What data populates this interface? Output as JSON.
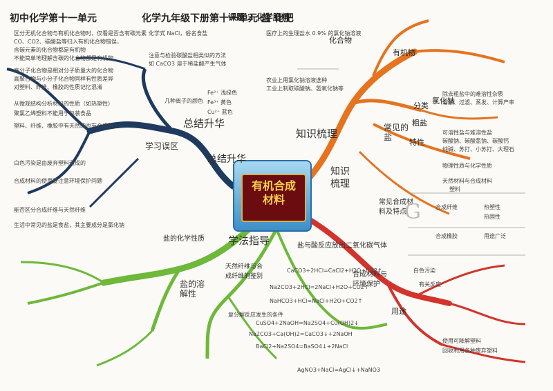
{
  "header": {
    "left": "初中化学第十一单元",
    "center": "化学九年级下册第十一单元 盐 化肥",
    "right": "课题 2 化学肥料"
  },
  "center_tile": {
    "line1": "有机合成",
    "line2": "材料"
  },
  "main_branches": {
    "summary": "总结升华",
    "knowledge": "知识梳理",
    "study_guide": "学法指导",
    "learning_area": "学习误区",
    "common_salt": "常见的盐",
    "organic_materials": "常见合成材料及特点",
    "synthetic_env": "合成材料与环境保护",
    "salt_solubility": "盐的溶解性",
    "fiber_id": "天然纤维与合成纤维的鉴别",
    "neutralization": "盐与酸反应放出二氧化碳气体",
    "salt_reaction": "盐的化学性质",
    "classify": "分类",
    "nacl": "氯化钠",
    "properties": "特性",
    "use": "用途",
    "organic": "有机物",
    "organic_compounds": "化合物",
    "crude_salt": "粗盐"
  },
  "labels": {
    "left_col": [
      "区分无机化合物与有机化合物时，仅看是否含有碳元素",
      "CO、CO2、碳酸盐等归入有机化合物错误，",
      "含碳元素的化合物都是有机物",
      "不能简单地理解含碳的化合物都是有机物",
      "高分子化合物是相对分子质量大的化合物",
      "高聚合物与小分子化合物同样有性质差异",
      "对塑料、纤维、橡胶的性质记忆混淆",
      "从微观结构分析材料的性质（如热塑性）",
      "聚氯乙烯塑料不能用于包装食品",
      "塑料、纤维、橡胶中有天然的也有合成的",
      "白色污染是由废弃塑料造成的",
      "合成材料的使用要注意环境保护问题",
      "能否区分合成纤维与天然纤维",
      "生活中常见的盐是食盐，其主要成分是氯化钠"
    ],
    "mid_col": [
      "化学式 NaCl，俗名食盐",
      "注意与检验碳酸盐相类似的方法",
      "如 CaCO3 溶于稀盐酸产生气体",
      "Fe²⁺ 浅绿色",
      "Fe³⁺ 黄色",
      "Cu²⁺ 蓝色",
      "几种离子的颜色"
    ],
    "right_col": [
      "医疗上的生理盐水 0.9% 的氯化钠溶液",
      "农业上用氯化钠溶液选种",
      "工业上制取碳酸钠、氢氧化钠等",
      "除去粗盐中的难溶性杂质",
      "溶解、过滤、蒸发、计算产率",
      "可溶性盐与难溶性盐",
      "碳酸钠、碳酸氢钠、碳酸钙",
      "纯碱、苏打、小苏打、大理石",
      "物理性质与化学性质",
      "天然材料与合成材料"
    ],
    "lower_center": [
      "CaCO3+2HCl=CaCl2+H2O+CO2↑",
      "Na2CO3+2HCl=2NaCl+H2O+CO2↑",
      "NaHCO3+HCl=NaCl+H2O+CO2↑",
      "CuSO4+2NaOH=Na2SO4+Cu(OH)2↓",
      "Na2CO3+Ca(OH)2=CaCO3↓+2NaOH",
      "BaCl2+Na2SO4=BaSO4↓+2NaCl",
      "AgNO3+NaCl=AgCl↓+NaNO3",
      "复分解反应发生的条件"
    ],
    "lower_right": [
      "白色污染",
      "有关反应",
      "使用可降解塑料",
      "回收利用各种废弃塑料",
      "塑料",
      "合成纤维",
      "合成橡胶",
      "热塑性",
      "热固性",
      "用途广泛"
    ]
  }
}
